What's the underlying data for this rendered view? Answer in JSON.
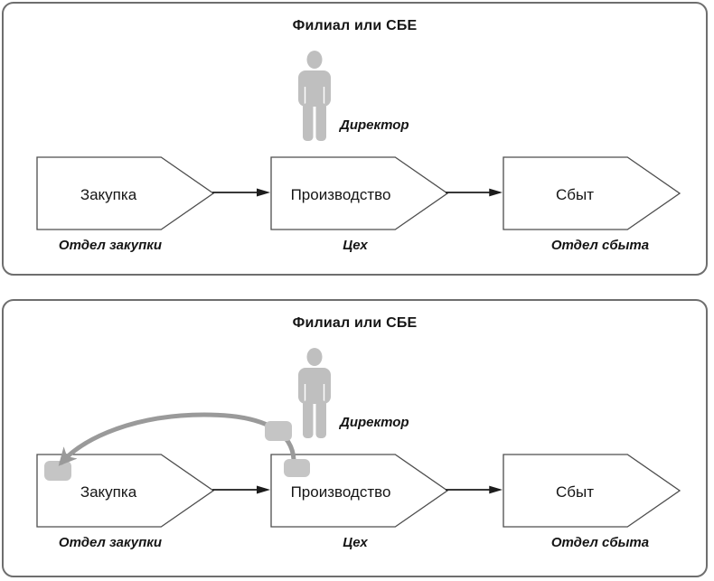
{
  "panels": [
    {
      "title": "Филиал или СБЕ",
      "director_label": "Директор",
      "processes": [
        {
          "name": "Закупка",
          "department": "Отдел закупки"
        },
        {
          "name": "Производство",
          "department": "Цех"
        },
        {
          "name": "Сбыт",
          "department": "Отдел сбыта"
        }
      ]
    },
    {
      "title": "Филиал или СБЕ",
      "director_label": "Директор",
      "processes": [
        {
          "name": "Закупка",
          "department": "Отдел закупки"
        },
        {
          "name": "Производство",
          "department": "Цех"
        },
        {
          "name": "Сбыт",
          "department": "Отдел сбыта"
        }
      ],
      "feedback_arrow_icon": "curved-arrow-production-to-procurement"
    }
  ],
  "colors": {
    "panel_border": "#6e6e6e",
    "shape_border": "#4d4d4d",
    "arrow_black": "#1c1c1c",
    "person_gray": "#bfbfbf",
    "node_gray": "#c5c5c5",
    "feedback_gray": "#9a9a9a",
    "text": "#151515"
  }
}
